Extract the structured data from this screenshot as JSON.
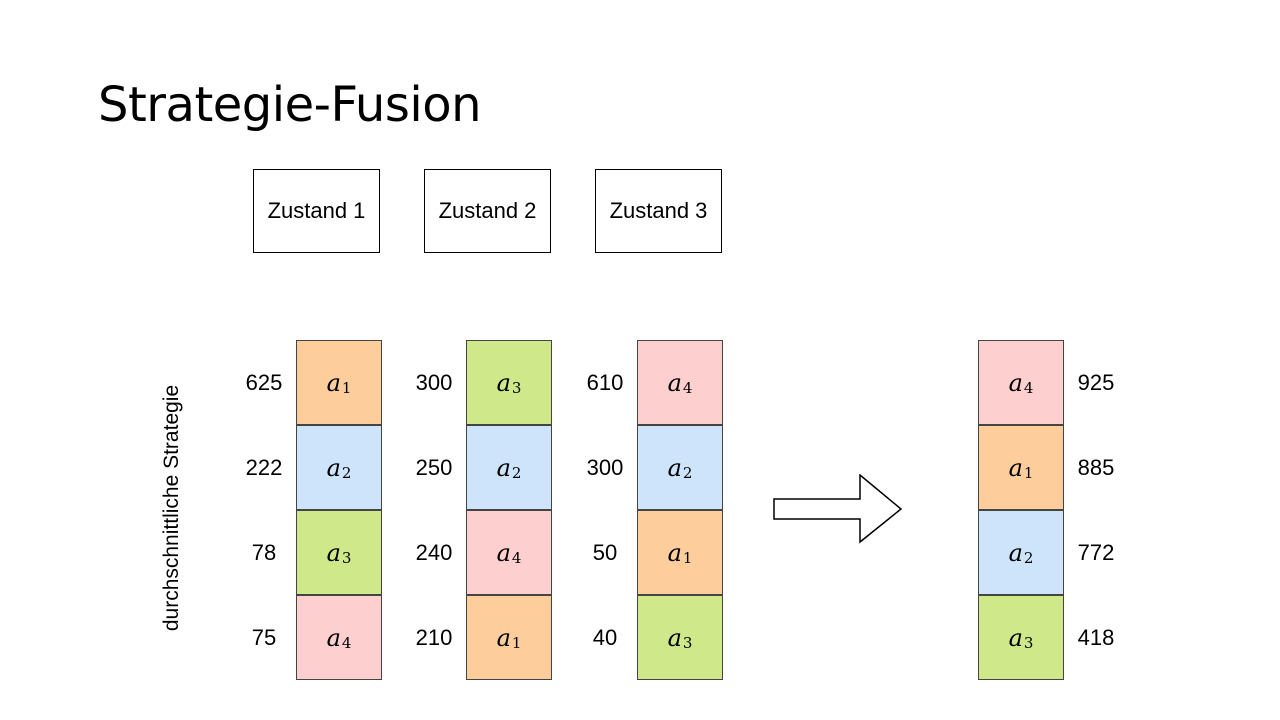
{
  "title": "Strategie-Fusion",
  "ylabel": "durchschnittliche Strategie",
  "states": [
    {
      "label": "Zustand 1"
    },
    {
      "label": "Zustand 2"
    },
    {
      "label": "Zustand 3"
    }
  ],
  "colors": {
    "a1": "#fdcd9c",
    "a2": "#cde4fb",
    "a3": "#cfe98a",
    "a4": "#fdcfcf"
  },
  "columns": [
    {
      "rows": [
        {
          "value": "625",
          "action": "a",
          "sub": "1",
          "color_key": "a1"
        },
        {
          "value": "222",
          "action": "a",
          "sub": "2",
          "color_key": "a2"
        },
        {
          "value": "78",
          "action": "a",
          "sub": "3",
          "color_key": "a3"
        },
        {
          "value": "75",
          "action": "a",
          "sub": "4",
          "color_key": "a4"
        }
      ]
    },
    {
      "rows": [
        {
          "value": "300",
          "action": "a",
          "sub": "3",
          "color_key": "a3"
        },
        {
          "value": "250",
          "action": "a",
          "sub": "2",
          "color_key": "a2"
        },
        {
          "value": "240",
          "action": "a",
          "sub": "4",
          "color_key": "a4"
        },
        {
          "value": "210",
          "action": "a",
          "sub": "1",
          "color_key": "a1"
        }
      ]
    },
    {
      "rows": [
        {
          "value": "610",
          "action": "a",
          "sub": "4",
          "color_key": "a4"
        },
        {
          "value": "300",
          "action": "a",
          "sub": "2",
          "color_key": "a2"
        },
        {
          "value": "50",
          "action": "a",
          "sub": "1",
          "color_key": "a1"
        },
        {
          "value": "40",
          "action": "a",
          "sub": "3",
          "color_key": "a3"
        }
      ]
    }
  ],
  "result": {
    "rows": [
      {
        "value": "925",
        "action": "a",
        "sub": "4",
        "color_key": "a4"
      },
      {
        "value": "885",
        "action": "a",
        "sub": "1",
        "color_key": "a1"
      },
      {
        "value": "772",
        "action": "a",
        "sub": "2",
        "color_key": "a2"
      },
      {
        "value": "418",
        "action": "a",
        "sub": "3",
        "color_key": "a3"
      }
    ]
  }
}
